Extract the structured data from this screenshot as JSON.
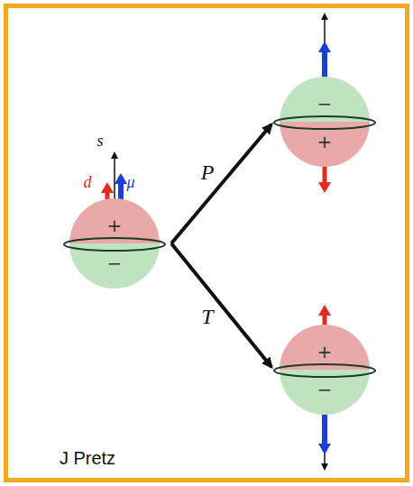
{
  "diagram": {
    "nodes": [
      {
        "text": [
          "+",
          "−"
        ]
      },
      {
        "text": [
          "−",
          "+"
        ]
      },
      {
        "text": [
          "+",
          "−"
        ]
      }
    ],
    "edges": [
      {
        "from": 0,
        "to": 1,
        "arrow": "to",
        "label": "P"
      },
      {
        "from": 0,
        "to": 2,
        "arrow": "to",
        "label": "T"
      }
    ],
    "labels": [
      "s⃗",
      "d⃗",
      "μ⃗",
      "J Pretz"
    ]
  }
}
